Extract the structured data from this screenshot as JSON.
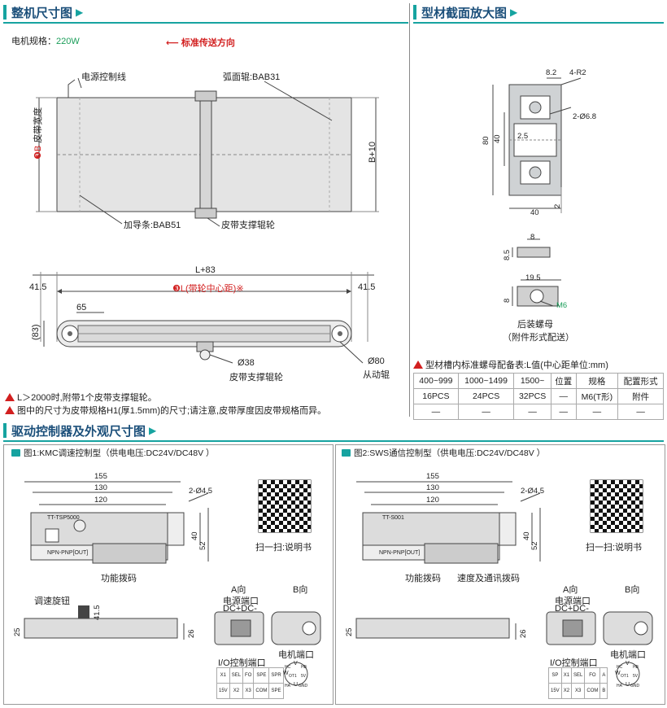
{
  "sections": {
    "overall": "整机尺寸图",
    "profile": "型材截面放大图",
    "driver": "驱动控制器及外观尺寸图"
  },
  "overall": {
    "motor_label": "电机规格：",
    "motor_value": "220W",
    "direction": "标准传送方向",
    "power_cable": "电源控制线",
    "arc_roller": "弧面辊:BAB31",
    "belt_width_num": "❸B",
    "belt_width": "皮带宽度",
    "b_plus_10": "B+10",
    "guide_strip": "加导条:BAB51",
    "support_roller_top": "皮带支撑辊轮",
    "l_plus_83": "L+83",
    "left_415": "41.5",
    "right_415": "41.5",
    "l_center": "❸L(带轮中心距)",
    "l_center_mark": "※",
    "d65": "65",
    "d83": "(83)",
    "d38": "Ø38",
    "support_roller_bottom": "皮带支撑辊轮",
    "d80": "Ø80",
    "driven_roller": "从动辊",
    "note1": "L＞2000时,附带1个皮带支撑辊轮。",
    "note2": "图中的尺寸为皮带规格H1(厚1.5mm)的尺寸;请注意,皮带厚度因皮带规格而异。"
  },
  "profile": {
    "d82": "8.2",
    "r2": "4-R2",
    "d68": "2-Ø6.8",
    "d80": "80",
    "d40v": "40",
    "d25": "2.5",
    "d40h": "40",
    "d2": "2",
    "nut_8": "8",
    "nut_85": "8.5",
    "nut_195": "19.5",
    "nut_8b": "8",
    "m6": "M6",
    "rear_nut": "后装螺母",
    "rear_nut_note": "（附件形式配送）",
    "table_title": "型材槽内标准螺母配备表:L值(中心距单位:mm)",
    "table_header": [
      "400~999",
      "1000~1499",
      "1500~",
      "位置",
      "规格",
      "配置形式"
    ],
    "table_row1": [
      "16PCS",
      "24PCS",
      "32PCS",
      "—",
      "M6(T形)",
      "附件"
    ],
    "table_row2": [
      "—",
      "—",
      "—",
      "—",
      "—",
      "—"
    ]
  },
  "driver": {
    "fig1": {
      "title": "图1:KMC调速控制型（供电电压:DC24V/DC48V ）",
      "d155": "155",
      "d130": "130",
      "d120": "120",
      "hole": "2-Ø4.5",
      "d40": "40",
      "d52": "52",
      "qr_text": "扫一扫:说明书",
      "model": "TT-TSP5000",
      "npn": "NPN-PNP[OUT]",
      "func_switch": "功能拨码",
      "speed_knob": "调速旋钮",
      "d415": "41.5",
      "d25": "25",
      "d26": "26",
      "a_dir": "A向",
      "b_dir": "B向",
      "power_port": "电源端口",
      "dc": "DC+DC-",
      "io_port": "I/O控制端口",
      "motor_port": "电机端口",
      "io_row1": [
        "X1",
        "SEL",
        "FO",
        "SPE",
        "SPR"
      ],
      "io_row2": [
        "15V",
        "X2",
        "X3",
        "COM",
        "SPE"
      ]
    },
    "fig2": {
      "title": "图2:SWS通信控制型（供电电压:DC24V/DC48V ）",
      "d155": "155",
      "d130": "130",
      "d120": "120",
      "hole": "2-Ø4.5",
      "d40": "40",
      "d52": "52",
      "qr_text": "扫一扫:说明书",
      "model": "TT-S001",
      "npn": "NPN-PNP[OUT]",
      "func_switch": "功能拨码",
      "speed_comm": "速度及通讯拨码",
      "d25": "25",
      "d26": "26",
      "a_dir": "A向",
      "b_dir": "B向",
      "power_port": "电源端口",
      "dc": "DC+DC-",
      "io_port": "I/O控制端口",
      "motor_port": "电机端口",
      "io_row1": [
        "SP",
        "X1",
        "SEL",
        "FO",
        "A"
      ],
      "io_row2": [
        "15V",
        "X2",
        "X3",
        "COM",
        "B"
      ]
    },
    "motor_pins": {
      "v": "V",
      "w": "W",
      "u": "U",
      "hc": "HC",
      "hb": "HB",
      "ha": "HA",
      "gnd": "GND",
      "ot1": "OT1",
      "v5": "5V"
    }
  },
  "colors": {
    "accent": "#16a3a0",
    "title": "#1b4f7a",
    "warn": "#d21f1f",
    "green": "#1a9d59"
  }
}
